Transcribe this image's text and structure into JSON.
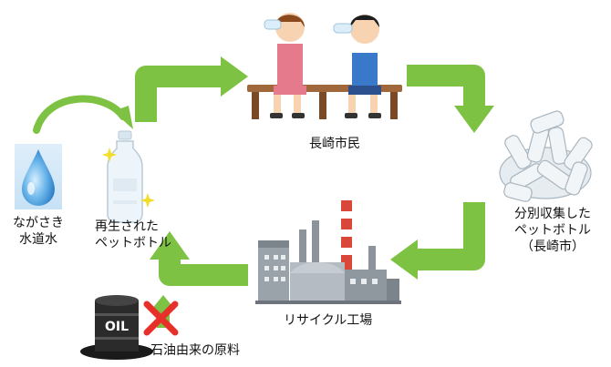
{
  "labels": {
    "nagasaki_water_line1": "ながさき",
    "nagasaki_water_line2": "水道水",
    "recycled_bottle_line1": "再生された",
    "recycled_bottle_line2": "ペットボトル",
    "citizens": "長崎市民",
    "collected_line1": "分別収集した",
    "collected_line2": "ペットボトル",
    "collected_line3": "（長崎市）",
    "factory": "リサイクル工場",
    "oil": "石油由来の原料",
    "drum_text": "OIL"
  },
  "colors": {
    "arrow_green": "#7dc242",
    "water_blue": "#3a8fd6",
    "cross_red": "#e8302a"
  }
}
